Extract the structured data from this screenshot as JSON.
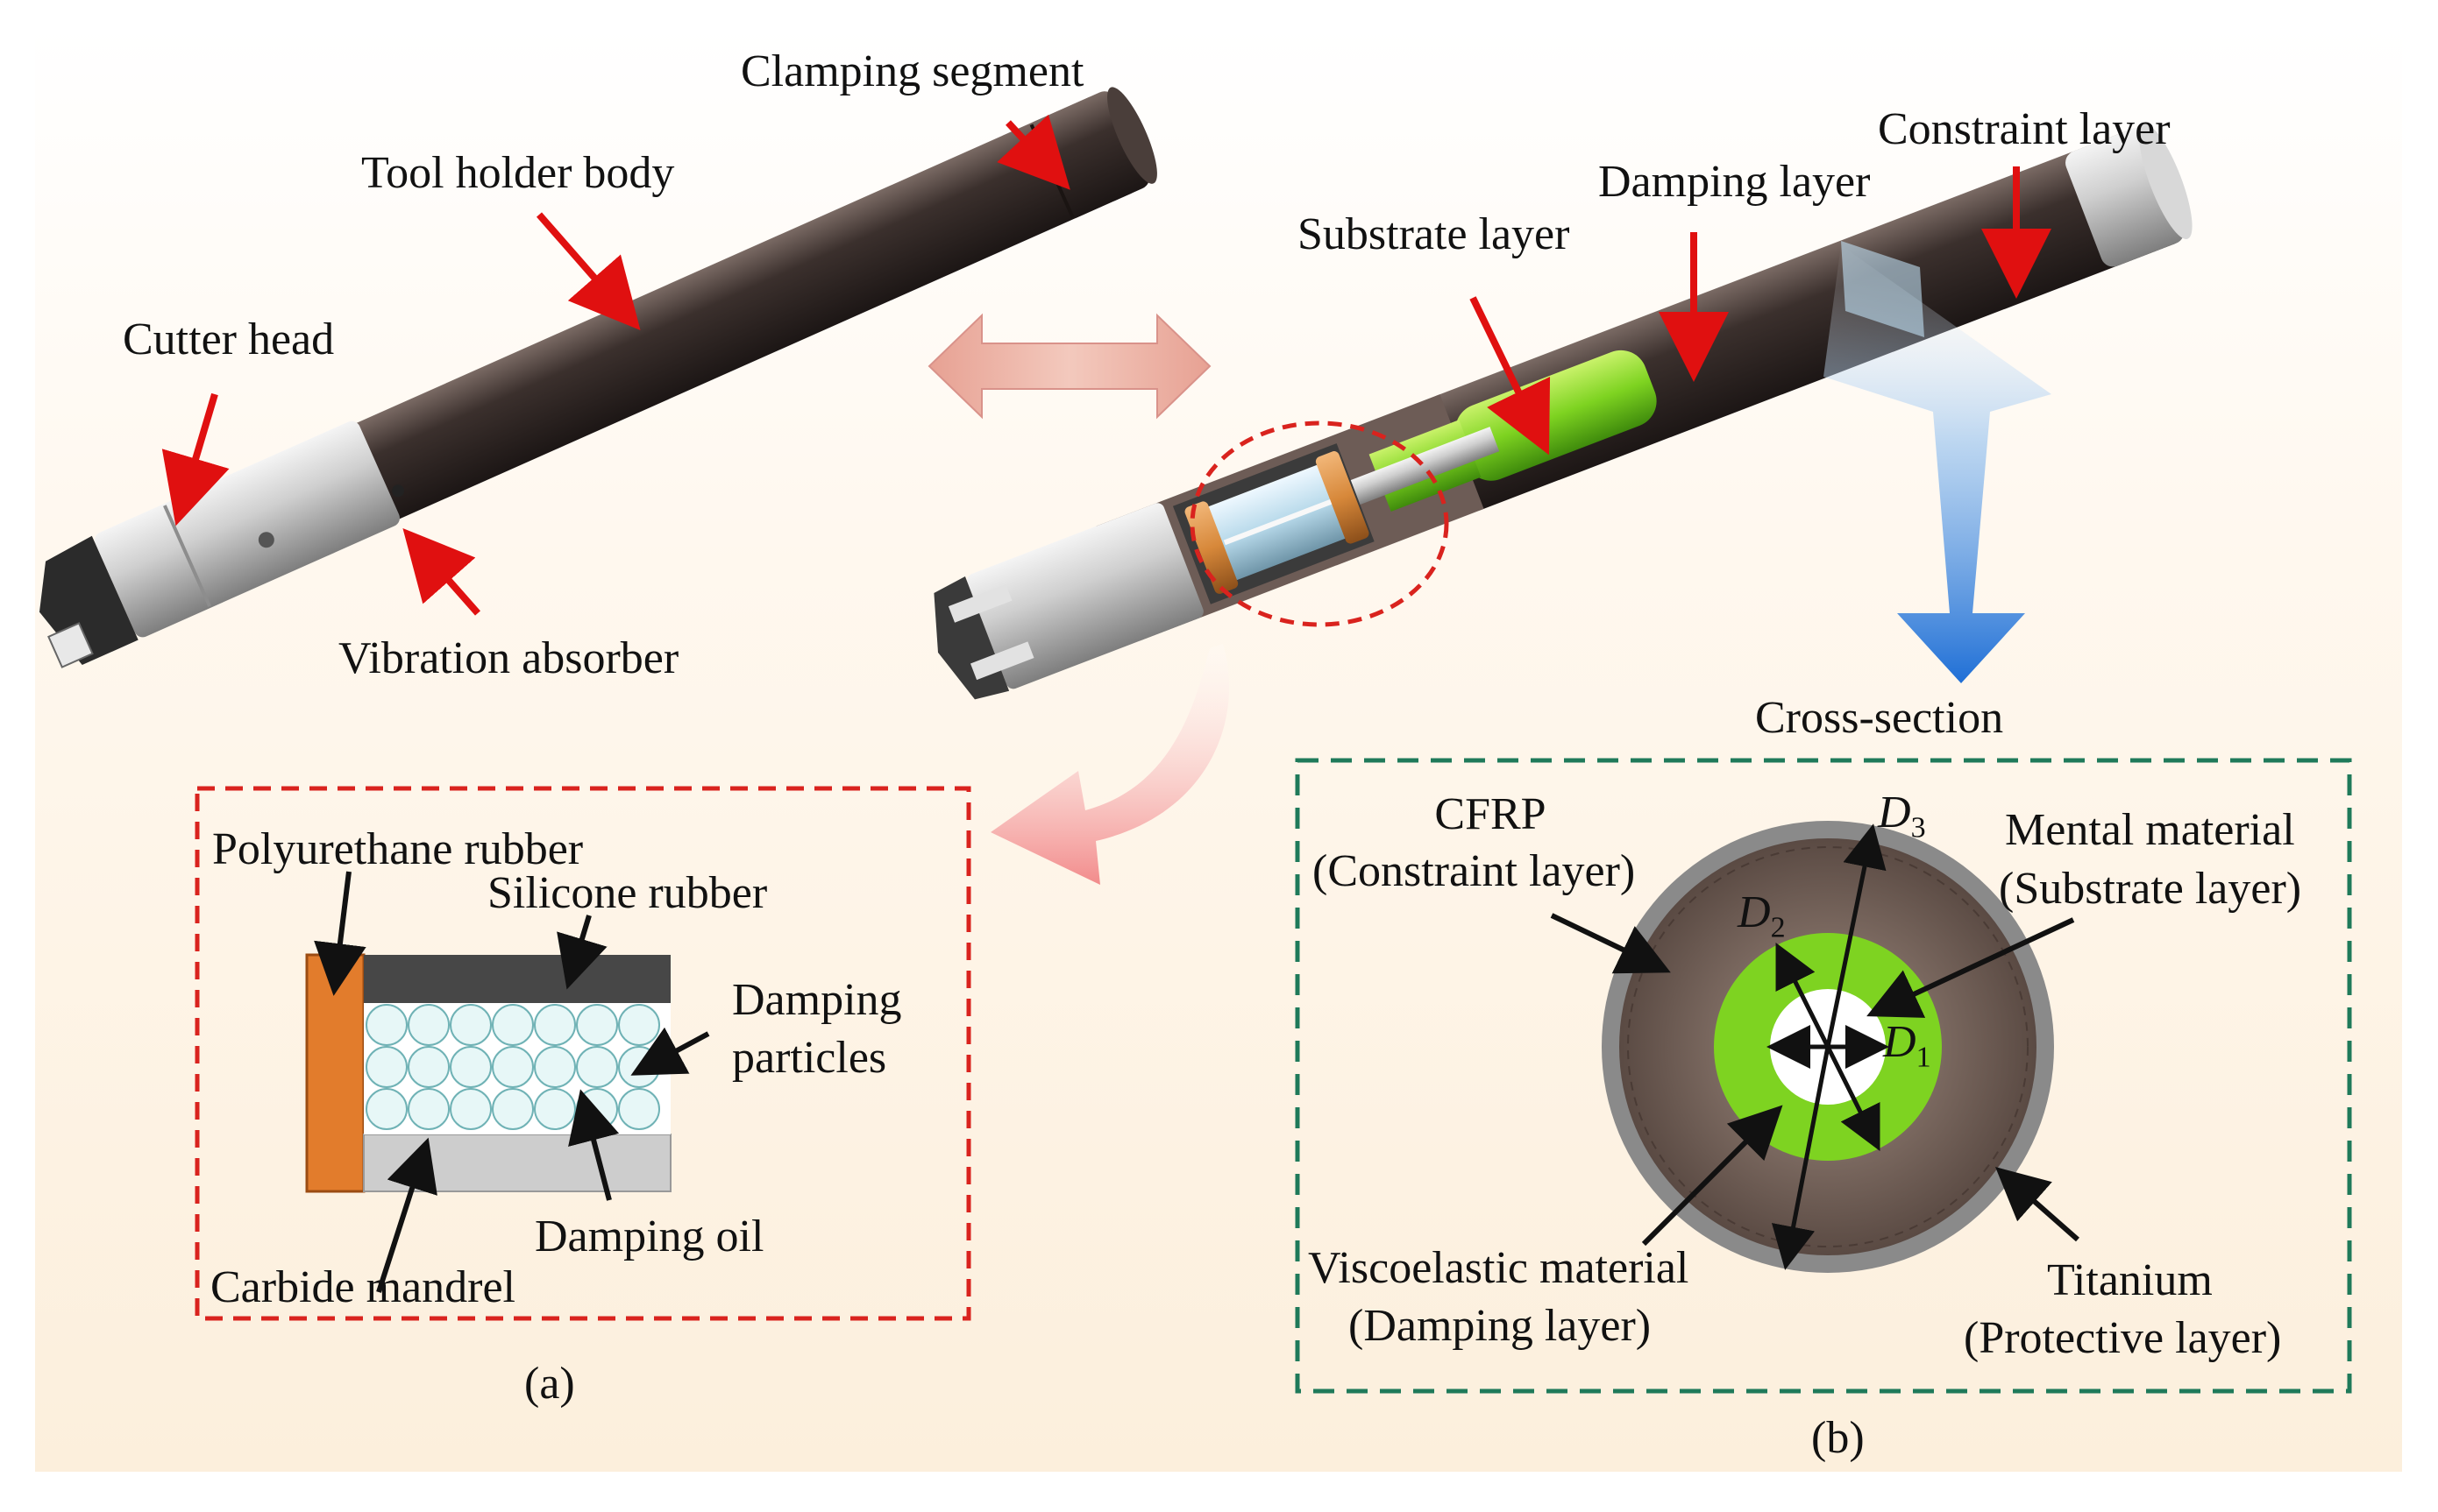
{
  "top_left": {
    "clamping_segment": "Clamping segment",
    "tool_holder_body": "Tool holder body",
    "cutter_head": "Cutter head",
    "vibration_absorber": "Vibration absorber"
  },
  "top_right": {
    "constraint_layer": "Constraint layer",
    "damping_layer": "Damping layer",
    "substrate_layer": "Substrate layer",
    "cross_section": "Cross-section"
  },
  "panel_a": {
    "caption": "(a)",
    "polyurethane_rubber": "Polyurethane rubber",
    "silicone_rubber": "Silicone rubber",
    "damping_particles_line1": "Damping",
    "damping_particles_line2": "particles",
    "damping_oil": "Damping oil",
    "carbide_mandrel": "Carbide mandrel"
  },
  "panel_b": {
    "caption": "(b)",
    "cfrp_line1": "CFRP",
    "cfrp_line2": "(Constraint layer)",
    "mental_line1": "Mental material",
    "mental_line2": "(Substrate layer)",
    "visco_line1": "Viscoelastic material",
    "visco_line2": "(Damping layer)",
    "titanium_line1": "Titanium",
    "titanium_line2": "(Protective layer)",
    "d1_sym": "D",
    "d1_sub": "1",
    "d2_sym": "D",
    "d2_sub": "2",
    "d3_sym": "D",
    "d3_sub": "3"
  },
  "colors": {
    "background_top": "#ffffff",
    "background_bottom": "#fcefdc",
    "arrow_red": "#e01010",
    "frame_a": "#d9231e",
    "frame_b": "#1f7a5a",
    "green": "#7ed321",
    "dark_body": "#3a2f2c",
    "silver": "#c9c9c9",
    "copper": "#d7883a",
    "protective": "#8a8a8a",
    "constraint_fill": "#6b5a52",
    "orange_block": "#e27c2c",
    "particle_fill": "#e7f7f7",
    "blue_arrow": "#1f6fd6"
  },
  "icons": {
    "double_arrow": "double-headed-arrow-icon",
    "curve_arrow": "curved-arrow-icon",
    "down_arrow": "down-arrow-icon"
  }
}
